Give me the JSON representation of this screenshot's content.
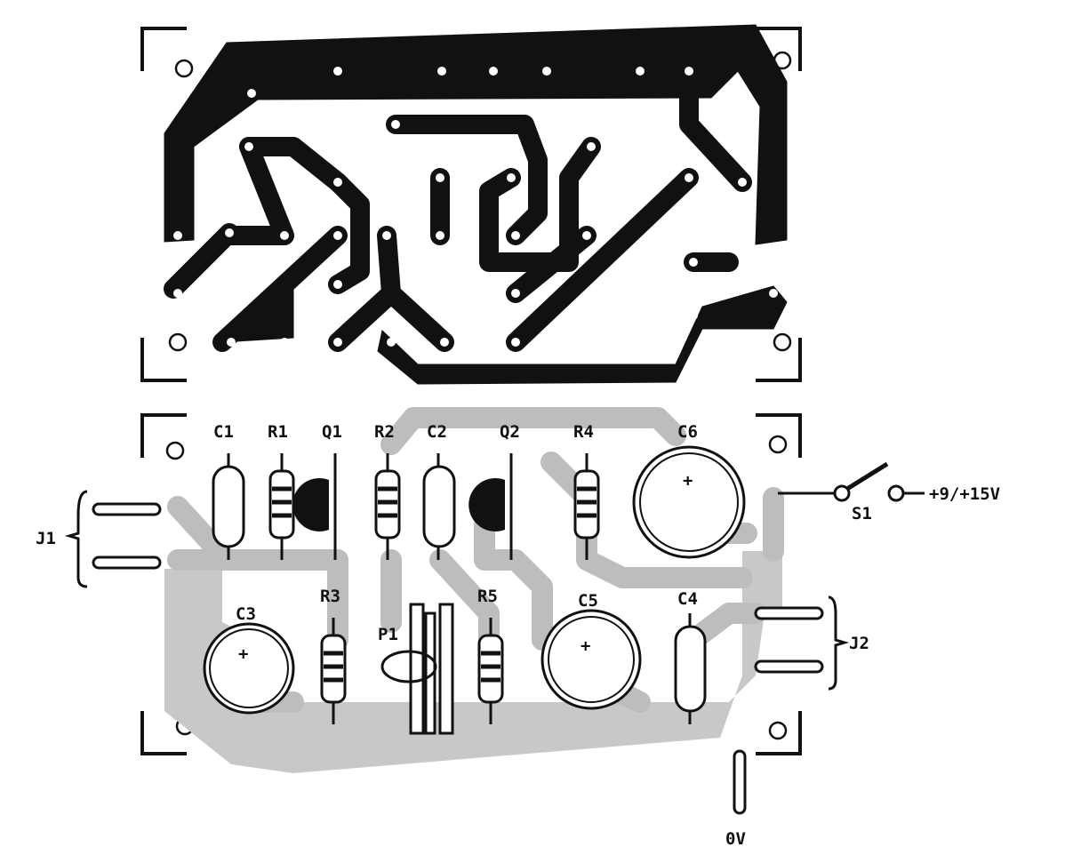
{
  "title": "PCB layout and component placement",
  "labels": {
    "C1": "C1",
    "R1": "R1",
    "Q1": "Q1",
    "R2": "R2",
    "C2": "C2",
    "Q2": "Q2",
    "R4": "R4",
    "C6": "C6",
    "C3": "C3",
    "R3": "R3",
    "P1": "P1",
    "R5": "R5",
    "C5": "C5",
    "C4": "C4",
    "J1": "J1",
    "J2": "J2",
    "S1": "S1",
    "supply": "+9/+15V",
    "ground": "0V",
    "plus": "+"
  }
}
